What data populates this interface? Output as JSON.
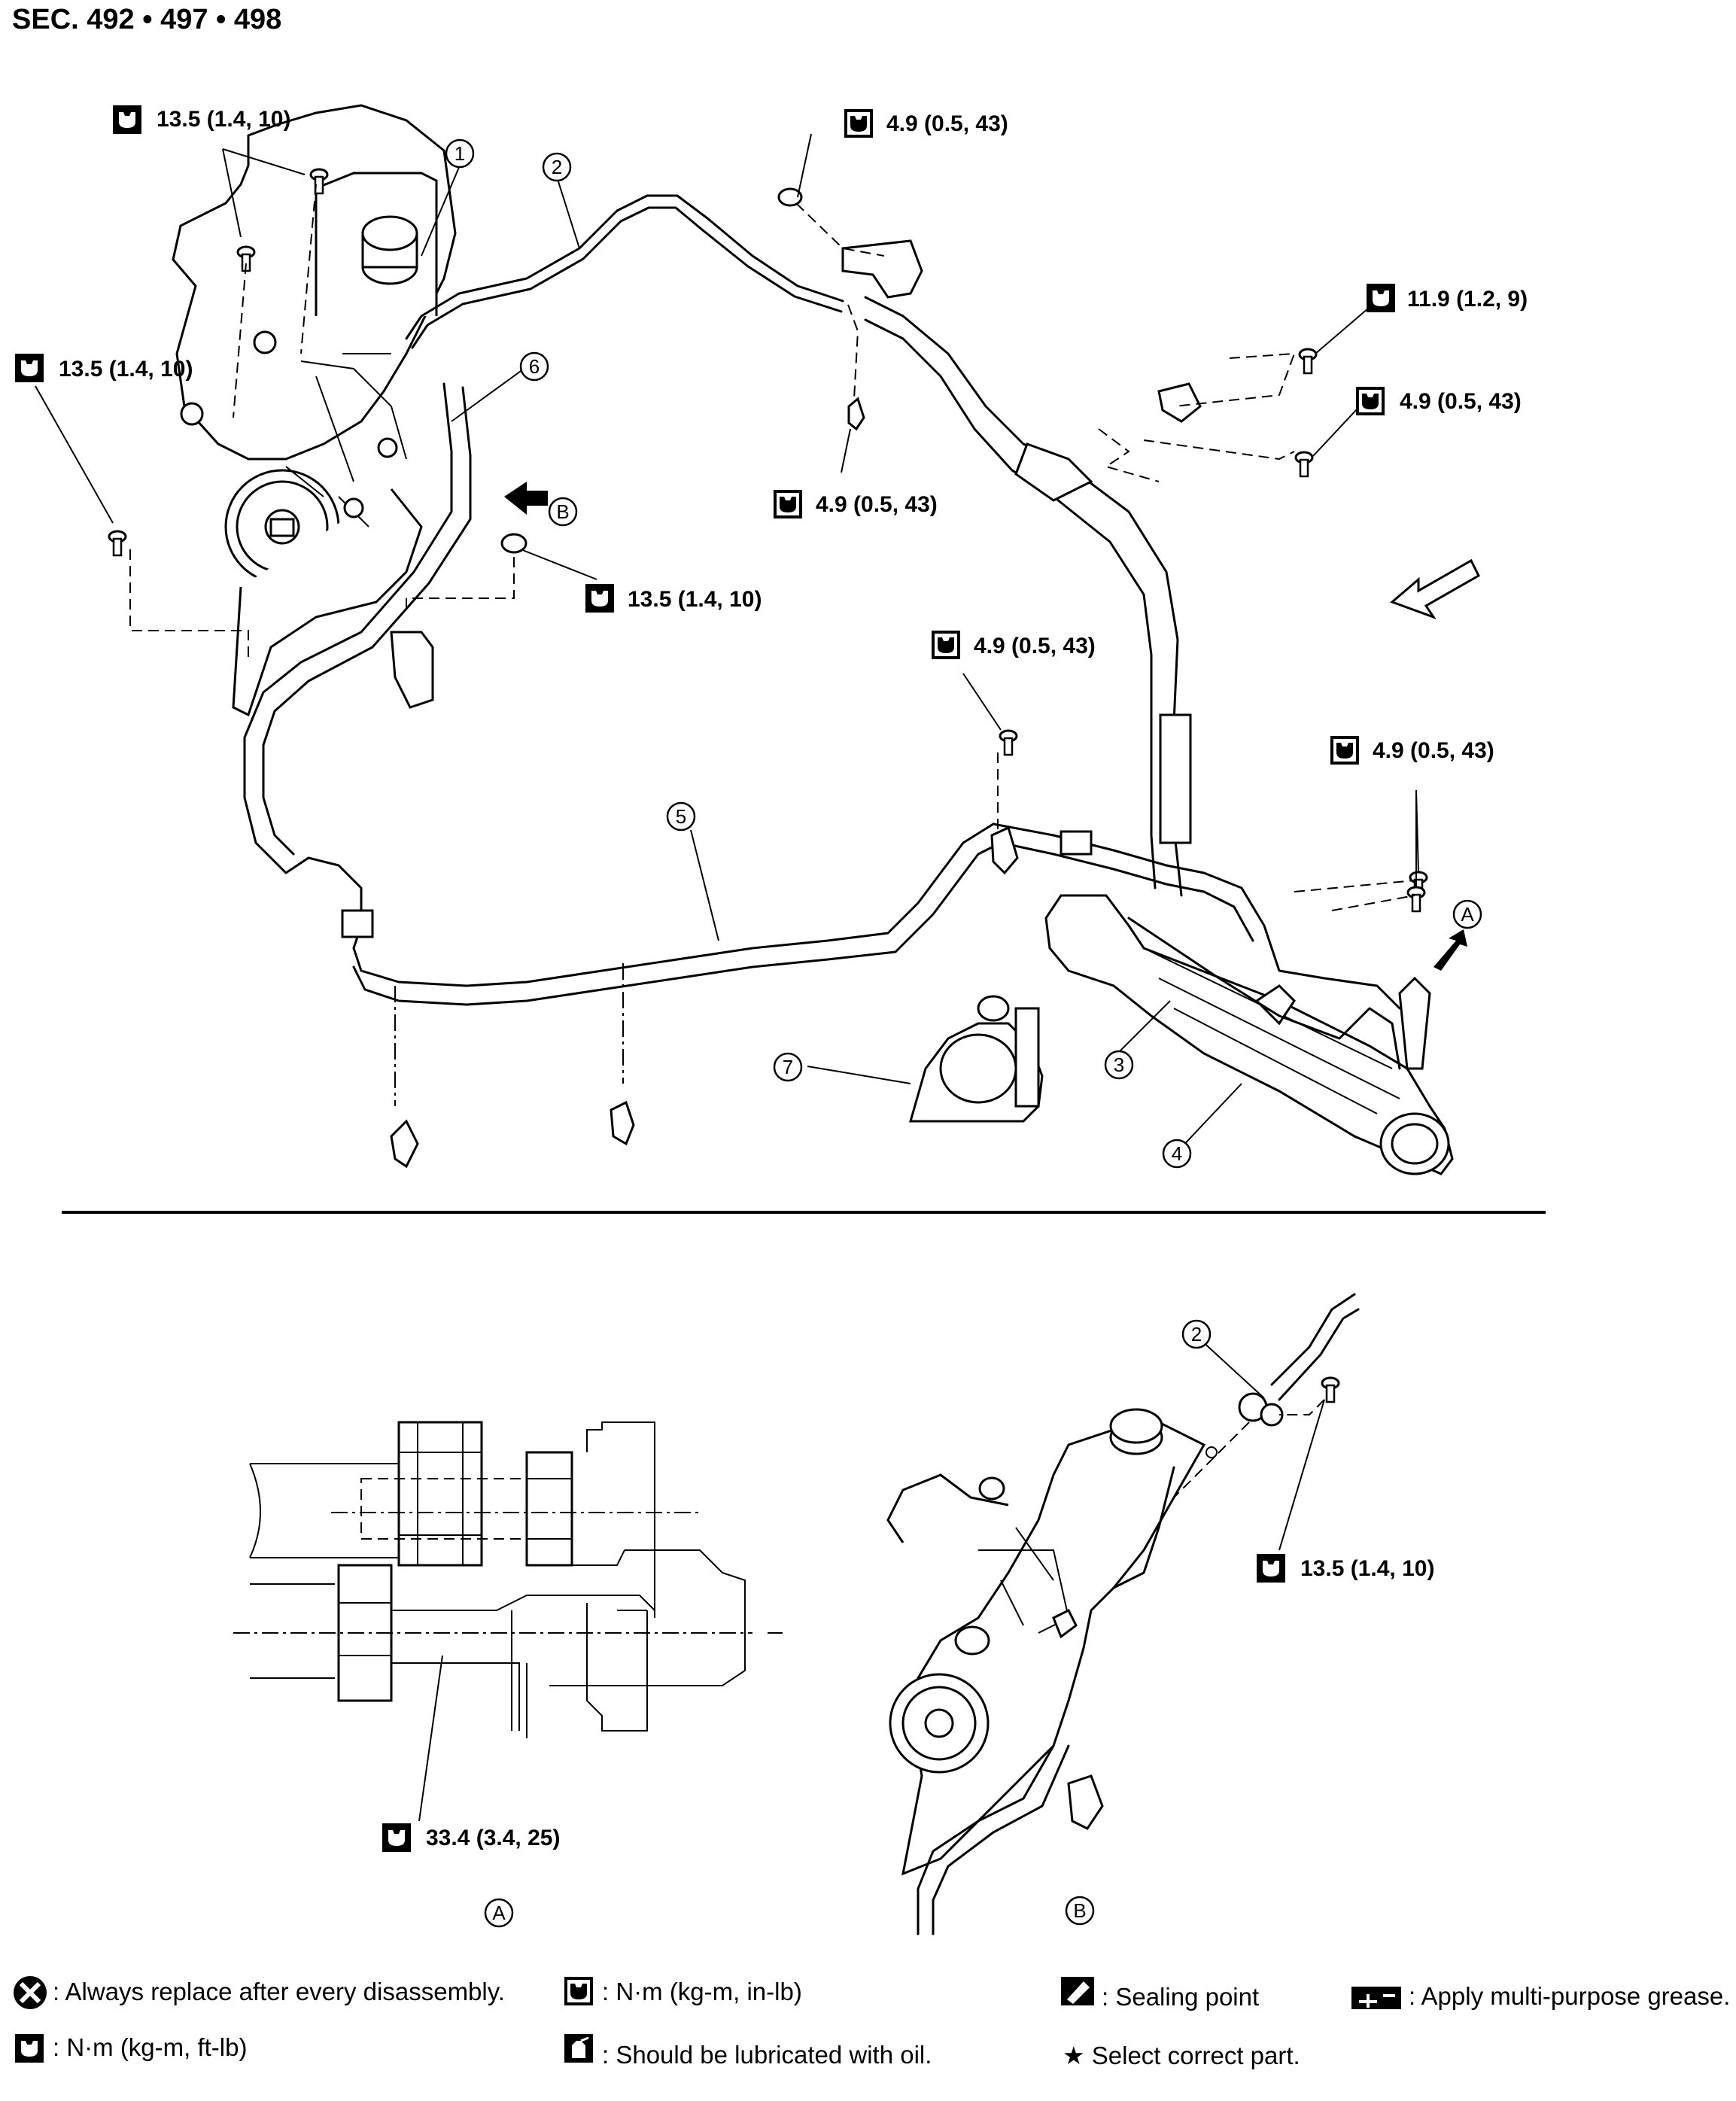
{
  "header": {
    "section": "SEC. 492 • 497 • 498"
  },
  "torque_labels": {
    "t1": "13.5 (1.4, 10)",
    "t2": "13.5 (1.4, 10)",
    "t3": "4.9 (0.5, 43)",
    "t4": "4.9 (0.5, 43)",
    "t5": "11.9 (1.2, 9)",
    "t6": "4.9 (0.5, 43)",
    "t7": "13.5 (1.4, 10)",
    "t8": "4.9 (0.5, 43)",
    "t9": "4.9 (0.5, 43)",
    "t10": "13.5 (1.4, 10)",
    "t11": "33.4 (3.4, 25)"
  },
  "callouts": {
    "c1": "1",
    "c2": "2",
    "c3": "3",
    "c4": "4",
    "c5": "5",
    "c6": "6",
    "c7": "7",
    "c2b": "2",
    "viewA": "A",
    "viewB": "B",
    "detailA": "A",
    "detailB": "B"
  },
  "legend": {
    "replace": ": Always replace after every disassembly.",
    "nm_in": ": N·m (kg-m, in-lb)",
    "sealing": ": Sealing point",
    "grease": ": Apply multi-purpose grease.",
    "nm_ft": ": N·m (kg-m, ft-lb)",
    "oil": ": Should be lubricated with oil.",
    "select": "★ Select correct part."
  }
}
